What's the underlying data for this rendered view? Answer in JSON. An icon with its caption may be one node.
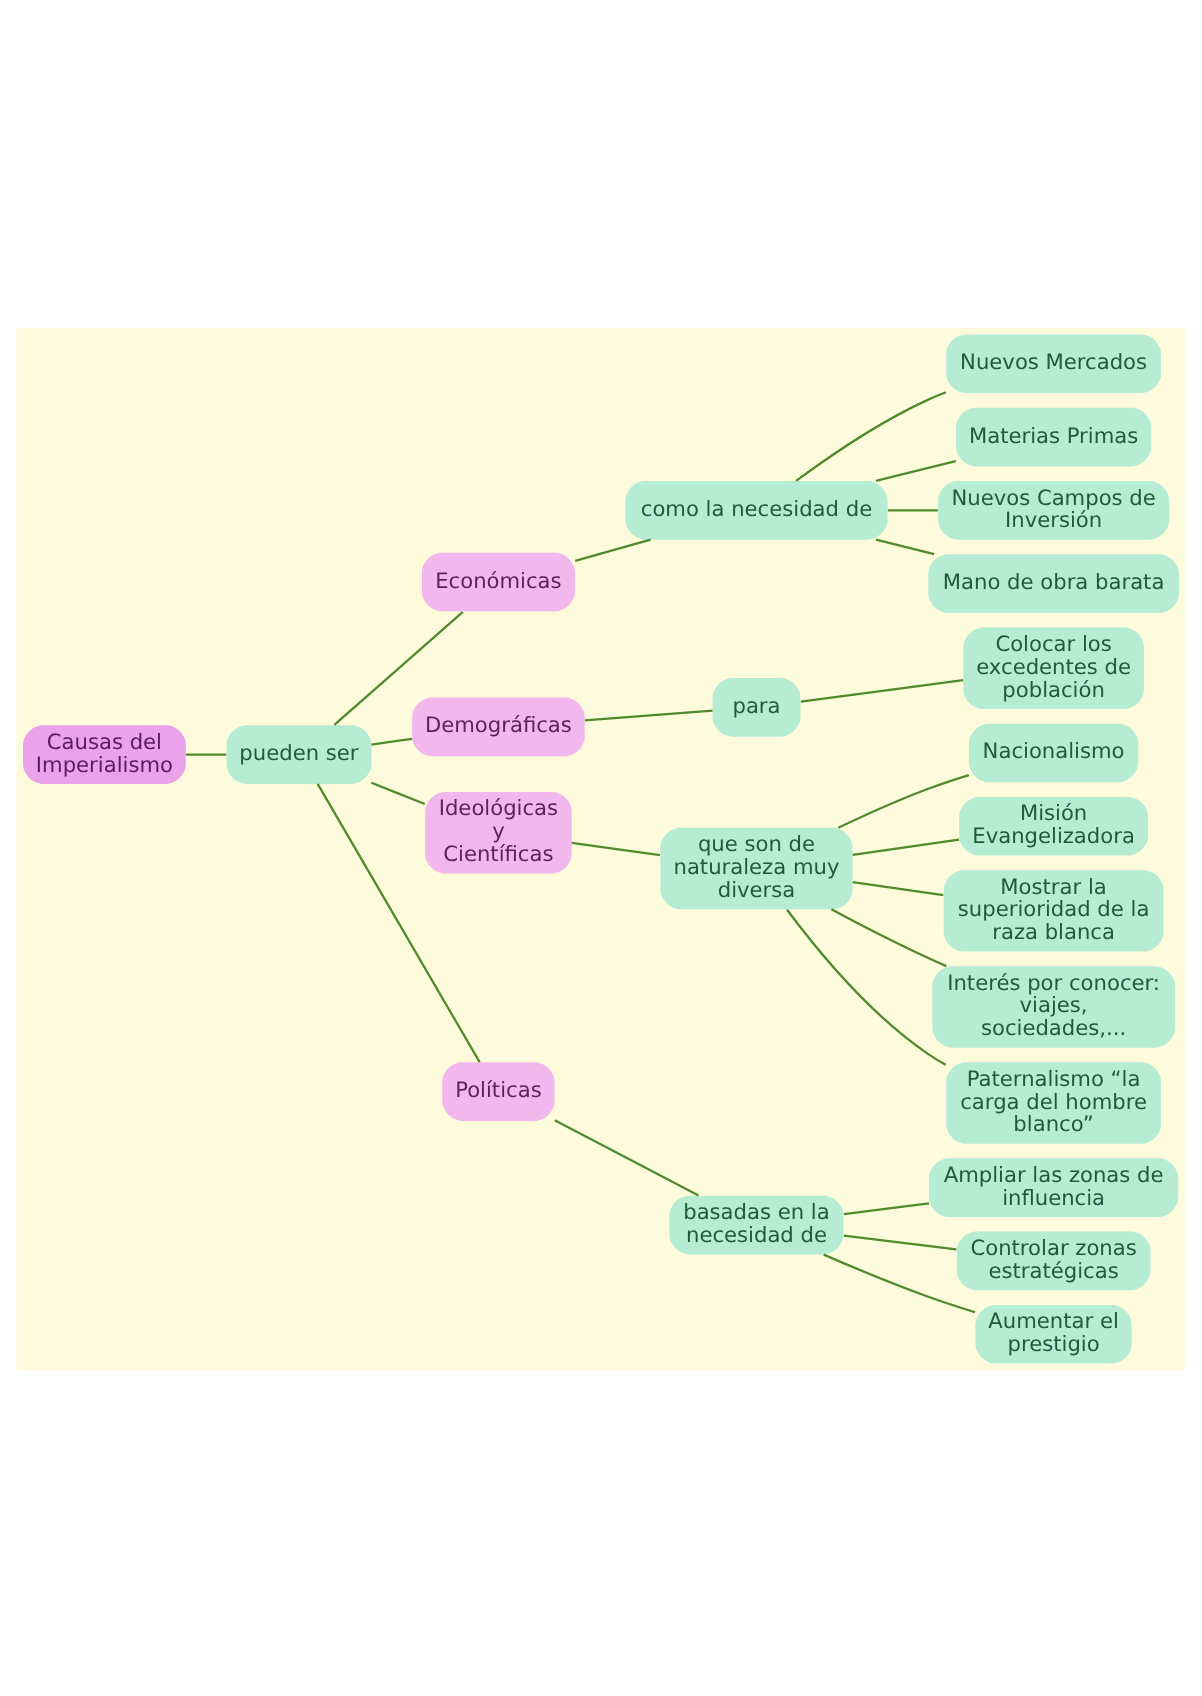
{
  "diagram": {
    "nodes": [
      {
        "text": [
          "Causas del Imperialismo"
        ]
      },
      {
        "text": [
          "pueden ser"
        ]
      },
      {
        "text": [
          "Económicas"
        ]
      },
      {
        "text": [
          "como la necesidad de"
        ]
      },
      {
        "text": [
          "Nuevos Mercados"
        ]
      },
      {
        "text": [
          "Materias Primas"
        ]
      },
      {
        "text": [
          "Nuevos Campos de Inversión"
        ]
      },
      {
        "text": [
          "Mano de obra barata"
        ]
      },
      {
        "text": [
          "Demográficas"
        ]
      },
      {
        "text": [
          "para"
        ]
      },
      {
        "text": [
          "Colocar los excedentes de población"
        ]
      },
      {
        "text": [
          "Ideológicas y Científicas"
        ]
      },
      {
        "text": [
          "que son de naturaleza muy diversa"
        ]
      },
      {
        "text": [
          "Nacionalismo"
        ]
      },
      {
        "text": [
          "Misión Evangelizadora"
        ]
      },
      {
        "text": [
          "Mostrar la superioridad de la raza blanca"
        ]
      },
      {
        "text": [
          "Interés por conocer: viajes, sociedades,..."
        ]
      },
      {
        "text": [
          "Paternalismo “la carga del hombre blanco”"
        ]
      },
      {
        "text": [
          "Políticas"
        ]
      },
      {
        "text": [
          "basadas en la necesidad de"
        ]
      },
      {
        "text": [
          "Ampliar las zonas de influencia"
        ]
      },
      {
        "text": [
          "Controlar zonas estratégicas"
        ]
      },
      {
        "text": [
          "Aumentar el prestigio"
        ]
      }
    ],
    "edges": [
      {
        "from": 0,
        "to": 1,
        "arrow": "none"
      },
      {
        "from": 1,
        "to": 2,
        "arrow": "none"
      },
      {
        "from": 1,
        "to": 8,
        "arrow": "none"
      },
      {
        "from": 1,
        "to": 11,
        "arrow": "none"
      },
      {
        "from": 1,
        "to": 18,
        "arrow": "none"
      },
      {
        "from": 2,
        "to": 3,
        "arrow": "none"
      },
      {
        "from": 3,
        "to": 4,
        "arrow": "none"
      },
      {
        "from": 3,
        "to": 5,
        "arrow": "none"
      },
      {
        "from": 3,
        "to": 6,
        "arrow": "none"
      },
      {
        "from": 3,
        "to": 7,
        "arrow": "none"
      },
      {
        "from": 8,
        "to": 9,
        "arrow": "none"
      },
      {
        "from": 9,
        "to": 10,
        "arrow": "none"
      },
      {
        "from": 11,
        "to": 12,
        "arrow": "none"
      },
      {
        "from": 12,
        "to": 13,
        "arrow": "none"
      },
      {
        "from": 12,
        "to": 14,
        "arrow": "none"
      },
      {
        "from": 12,
        "to": 15,
        "arrow": "none"
      },
      {
        "from": 12,
        "to": 16,
        "arrow": "none"
      },
      {
        "from": 12,
        "to": 17,
        "arrow": "none"
      },
      {
        "from": 18,
        "to": 19,
        "arrow": "none"
      },
      {
        "from": 19,
        "to": 20,
        "arrow": "none"
      },
      {
        "from": 19,
        "to": 21,
        "arrow": "none"
      },
      {
        "from": 19,
        "to": 22,
        "arrow": "none"
      }
    ]
  }
}
